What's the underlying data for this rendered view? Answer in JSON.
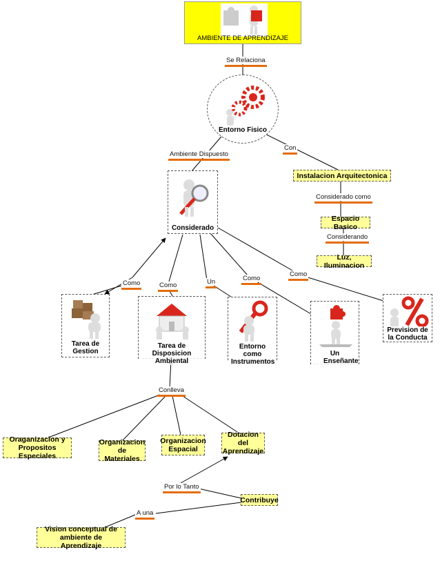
{
  "nodes": {
    "ambiente": "AMBIENTE DE APRENDIZAJE",
    "entorno_fisico": "Entorno Fisico",
    "considerado": "Considerado",
    "instalacion": "Instalacion Arquitectonica",
    "espacio_basico": "Espacio Basico",
    "luz": "Luz, Iluminacion",
    "tarea_gestion": "Tarea de Gestion",
    "tarea_disposicion": "Tarea de Disposicion Ambiental",
    "entorno_instrumentos": "Entorno como Instrumentos",
    "un_ensenante": "Un Enseñante",
    "prevision": "Prevision de la Conducta",
    "organizacion_propositos": "Oraganizacion y Propositos Especiales",
    "organizacion_materiales": "Organizacion de Materiales",
    "organizacion_espacial": "Organizacion Espacial",
    "dotacion": "Dotacion del Aprendizaje",
    "contribuye": "Contribuye",
    "vision": "Vision conceptual de ambiente de Aprendizaje"
  },
  "links": {
    "se_relaciona": "Se Relaciona",
    "ambiente_dispuesto": "Ambiente Dispuesto",
    "con": "Con",
    "considerado_como": "Considerado como",
    "considerando": "Considerando",
    "como_1": "Como",
    "como_2": "Como",
    "un": "Un",
    "como_3": "Como",
    "como_4": "Como",
    "conlleva": "Conlleva",
    "por_lo_tanto": "Por lo Tanto",
    "a_una": "A una"
  },
  "icons": {
    "ambiente": "puzzle-figures-icon",
    "entorno_fisico": "gears-figure-icon",
    "considerado": "magnifier-figure-icon",
    "tarea_gestion": "boxes-figure-icon",
    "tarea_disposicion": "house-figure-icon",
    "entorno_instrumentos": "wrench-figure-icon",
    "un_ensenante": "puzzle-piece-figure-icon",
    "prevision": "percent-figure-icon"
  },
  "colors": {
    "accent": "#e46c0a",
    "node_fill": "#ffff99",
    "header_fill": "#ffff00",
    "icon_red": "#d9261c"
  }
}
